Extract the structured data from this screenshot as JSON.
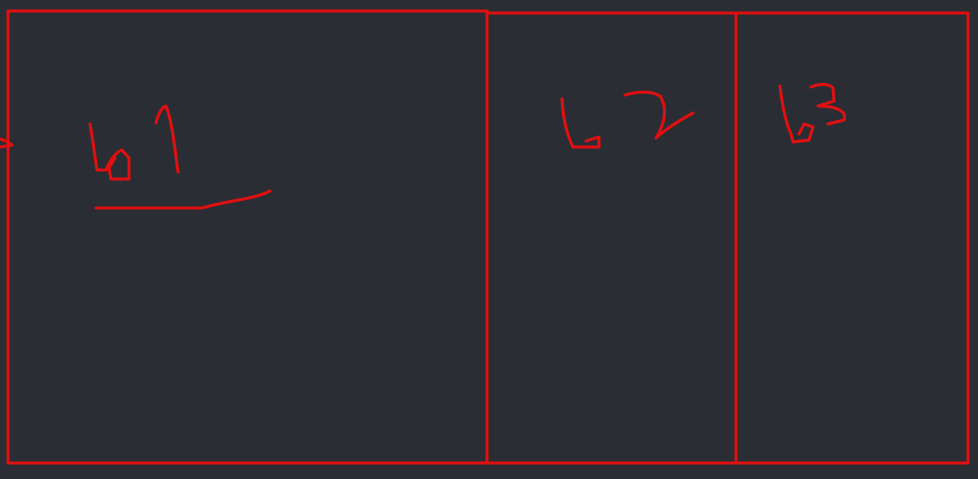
{
  "canvas": {
    "background": "#2a2d34",
    "stroke_color": "#e01010"
  },
  "panels": [
    {
      "label": "b1",
      "underlined": true
    },
    {
      "label": "b2",
      "underlined": false
    },
    {
      "label": "b3",
      "underlined": false
    }
  ],
  "left_edge_marker": "arrow-head"
}
